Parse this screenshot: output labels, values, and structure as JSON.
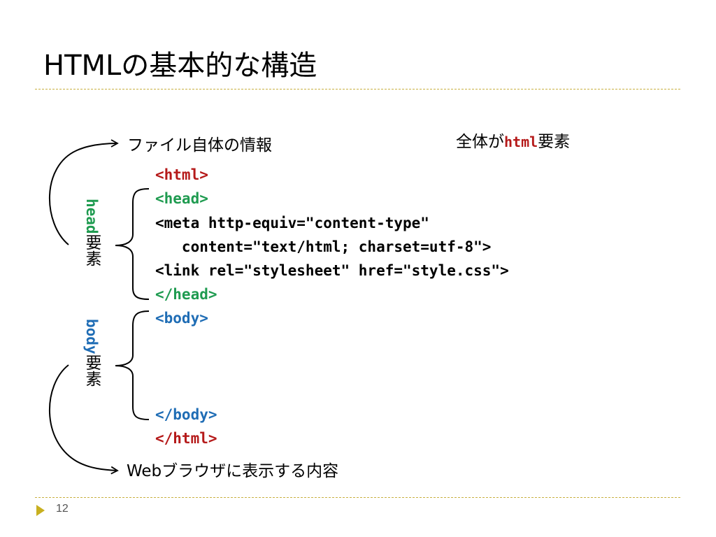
{
  "slide": {
    "title": "HTMLの基本的な構造",
    "page_number": "12"
  },
  "notes": {
    "head_info": "ファイル自体の情報",
    "body_content": "Webブラウザに表示する内容",
    "whole_prefix": "全体が",
    "whole_tag": "html",
    "whole_suffix": "要素"
  },
  "labels": {
    "head_tag": "head",
    "head_suffix": "要素",
    "body_tag": "body",
    "body_suffix": "要素"
  },
  "code": {
    "html_open": "<html>",
    "head_open": "<head>",
    "meta_line1": "<meta http-equiv=\"content-type\"",
    "meta_line2": "   content=\"text/html; charset=utf-8\">",
    "link_line": "<link rel=\"stylesheet\" href=\"style.css\">",
    "head_close": "</head>",
    "body_open": "<body>",
    "body_close": "</body>",
    "html_close": "</html>"
  },
  "colors": {
    "html_tag": "#b51a1a",
    "head_tag": "#1f9b50",
    "body_tag": "#1f6db5",
    "rule": "#c8b040"
  }
}
